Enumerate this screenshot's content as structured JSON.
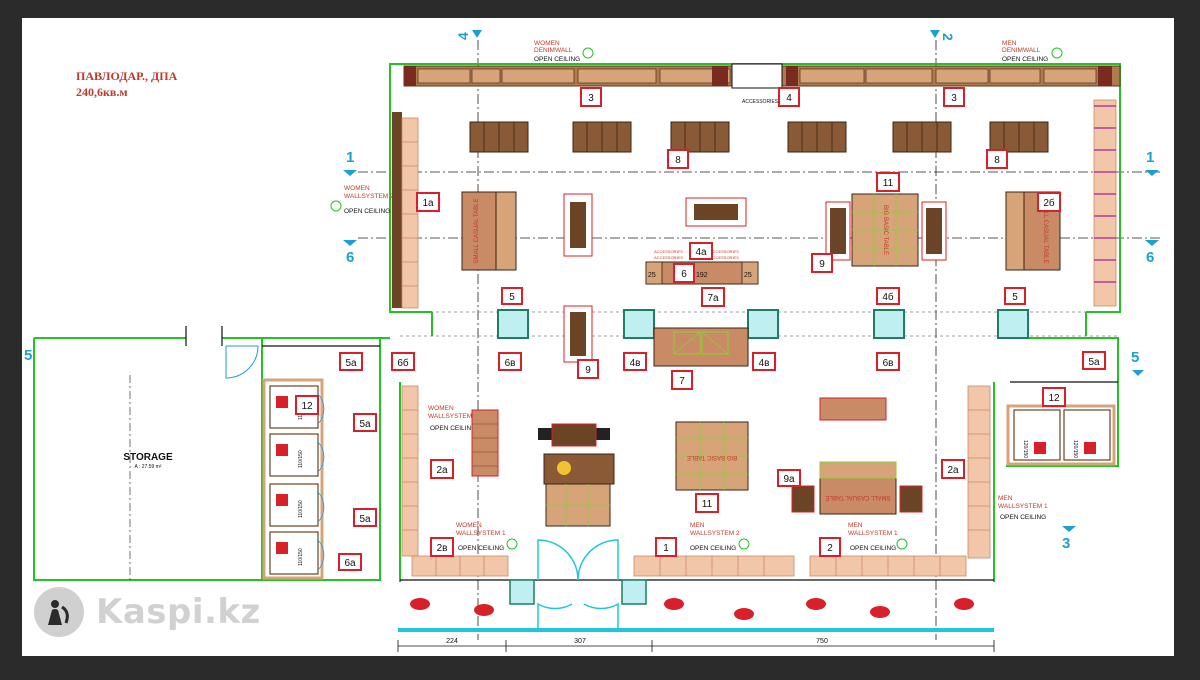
{
  "header": {
    "title": "ПАВЛОДАР., ДПА",
    "area": "240,6кв.м"
  },
  "colors": {
    "wall": "#22c322",
    "red": "#d8202a",
    "wood": "#8a5a36",
    "wood_light": "#d7a47a",
    "glass": "#bfeff0",
    "sheet": "#ffffff",
    "frame": "#2b2b2b",
    "axis": "#1a9fd6"
  },
  "axes": {
    "top_left": "4",
    "top_right": "2",
    "left_1": "1",
    "left_6": "6",
    "right_1": "1",
    "right_6": "6",
    "left_5": "5",
    "right_5": "5",
    "bottom_3": "3"
  },
  "zones": {
    "women_denimwall": [
      "WOMEN",
      "DENIMWALL"
    ],
    "men_denimwall": [
      "MEN",
      "DENIMWALL"
    ],
    "women_wallsystem_2": [
      "WOMEN",
      "WALLSYSTEM 2"
    ],
    "women_wallsystem_mid": [
      "WOMEN",
      "WALLSYSTEM"
    ],
    "women_wallsystem_1": [
      "WOMEN",
      "WALLSYSTEM 1"
    ],
    "men_wallsystem_2": [
      "MEN",
      "WALLSYSTEM 2"
    ],
    "men_wallsystem_1_bottom": [
      "MEN",
      "WALLSYSTEM 1"
    ],
    "men_wallsystem_1_right": [
      "MEN",
      "WALLSYSTEM 1"
    ],
    "open_ceiling": "OPEN CEILING",
    "accessories": "ACCESSORIES"
  },
  "furniture_text": {
    "small_casual_table": "SMALL CASUAL TABLE",
    "big_basic_table": "BIG BASIC TABLE"
  },
  "storage": {
    "label": "STORAGE",
    "area": "A : 27.59 m²"
  },
  "fitting_labels": [
    "110/150",
    "110/150",
    "110/150",
    "110/150",
    "120/150",
    "120/150"
  ],
  "markers": [
    {
      "id": "m3a",
      "label": "3"
    },
    {
      "id": "m4",
      "label": "4"
    },
    {
      "id": "m3b",
      "label": "3"
    },
    {
      "id": "m8a",
      "label": "8"
    },
    {
      "id": "m8b",
      "label": "8"
    },
    {
      "id": "m11a",
      "label": "11"
    },
    {
      "id": "m1a",
      "label": "1а"
    },
    {
      "id": "m2b_top",
      "label": "2б"
    },
    {
      "id": "m4a",
      "label": "4а"
    },
    {
      "id": "m6",
      "label": "6"
    },
    {
      "id": "m7a",
      "label": "7а"
    },
    {
      "id": "m9a",
      "label": "9"
    },
    {
      "id": "m5a_l",
      "label": "5"
    },
    {
      "id": "m4b_top",
      "label": "4б"
    },
    {
      "id": "m5a_r",
      "label": "5"
    },
    {
      "id": "m5a_side",
      "label": "5а"
    },
    {
      "id": "m6b_door",
      "label": "6б"
    },
    {
      "id": "m6v_l",
      "label": "6в"
    },
    {
      "id": "m9b",
      "label": "9"
    },
    {
      "id": "m4v_l",
      "label": "4в"
    },
    {
      "id": "m7",
      "label": "7"
    },
    {
      "id": "m4v_r",
      "label": "4в"
    },
    {
      "id": "m6v_r",
      "label": "6в"
    },
    {
      "id": "m5a_right",
      "label": "5а"
    },
    {
      "id": "m12l",
      "label": "12"
    },
    {
      "id": "m5a_mid1",
      "label": "5а"
    },
    {
      "id": "m5a_mid2",
      "label": "5а"
    },
    {
      "id": "m6a",
      "label": "6а"
    },
    {
      "id": "m2a_l",
      "label": "2а"
    },
    {
      "id": "m2v",
      "label": "2в"
    },
    {
      "id": "m1",
      "label": "1"
    },
    {
      "id": "m2",
      "label": "2"
    },
    {
      "id": "m11b",
      "label": "11"
    },
    {
      "id": "m9c",
      "label": "9а"
    },
    {
      "id": "m2a_r",
      "label": "2а"
    },
    {
      "id": "m12r",
      "label": "12"
    }
  ],
  "accessory_numbers": [
    "25",
    "192",
    "25"
  ],
  "dimensions": [
    "224",
    "307",
    "750"
  ],
  "watermark": {
    "text": "Kaspi.kz",
    "icon": "kaspi-logo-icon"
  }
}
